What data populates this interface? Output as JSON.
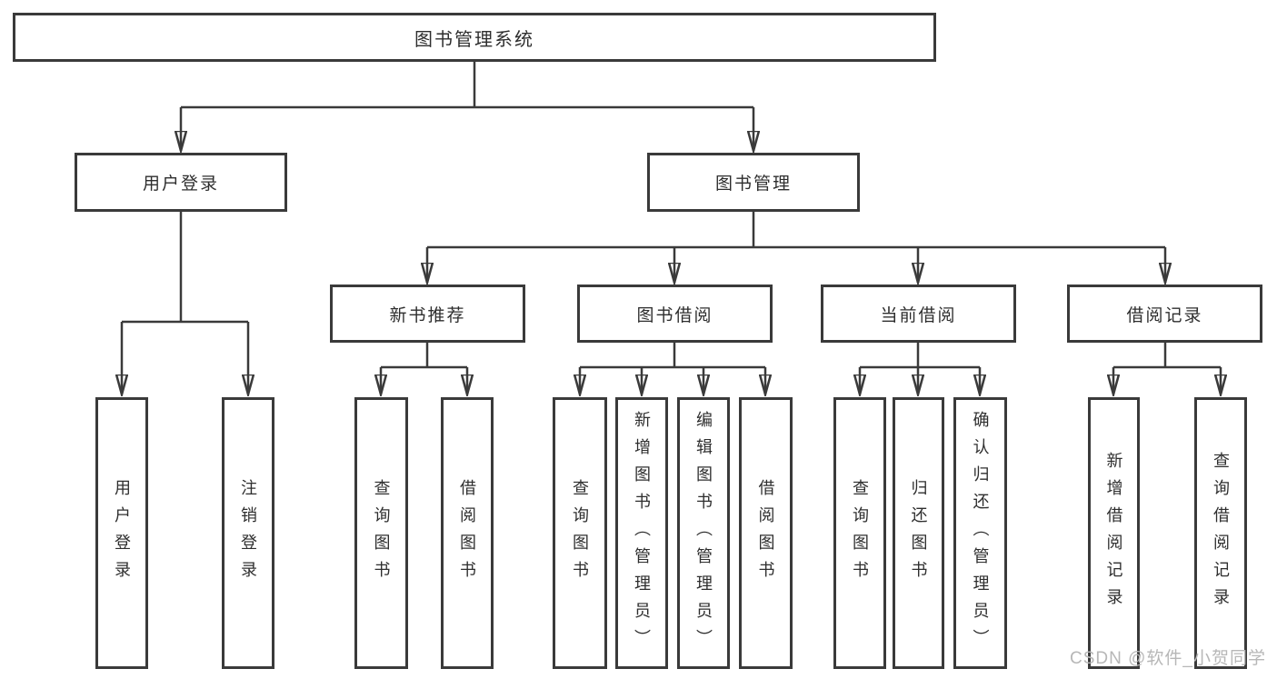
{
  "nodes": {
    "root": "图书管理系统",
    "level1": {
      "user_login": "用户登录",
      "book_mgmt": "图书管理"
    },
    "level2": {
      "new_books": "新书推荐",
      "borrowing": "图书借阅",
      "current": "当前借阅",
      "records": "借阅记录"
    },
    "leaves": {
      "user_login": "用户登录",
      "logout": "注销登录",
      "nb_query": "查询图书",
      "nb_borrow": "借阅图书",
      "bb_query": "查询图书",
      "bb_add": "新增图书（管理员）",
      "bb_edit": "编辑图书（管理员）",
      "bb_borrow": "借阅图书",
      "cb_query": "查询图书",
      "cb_return": "归还图书",
      "cb_confirm": "确认归还（管理员）",
      "br_add": "新增借阅记录",
      "br_query": "查询借阅记录"
    }
  },
  "watermark": "CSDN @软件_小贺同学",
  "colors": {
    "line": "#3a3a3a",
    "box_border": "#3a3a3a",
    "box_fill": "#ffffff",
    "text": "#2e2e2e",
    "watermark": "#b7b7b7"
  }
}
